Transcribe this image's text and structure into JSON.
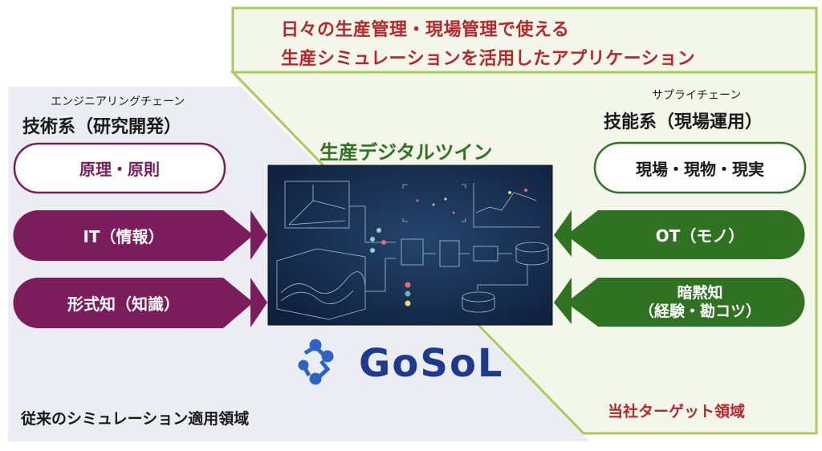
{
  "header": {
    "line1": "日々の生産管理・現場管理で使える",
    "line2": "生産シミュレーションを活用したアプリケーション"
  },
  "left": {
    "subtitle": "エンジニアリングチェーン",
    "title": "技術系（研究開発）",
    "principle": "原理・原則",
    "arrows": [
      "IT（情報）",
      "形式知（知識）"
    ],
    "area_label": "従来のシミュレーション適用領域"
  },
  "center": {
    "title": "生産デジタルツイン",
    "logo_text": "GoSoL"
  },
  "right": {
    "subtitle": "サプライチェーン",
    "title": "技能系（現場運用）",
    "principle": "現場・現物・現実",
    "arrows": [
      "OT（モノ）",
      "暗黙知",
      "（経験・勘コツ）"
    ],
    "area_label": "当社ターゲット領域"
  },
  "colors": {
    "maroon": "#7b1c5c",
    "green": "#2f7322",
    "red": "#b8262b",
    "logo_blue": "#1d3a8f"
  }
}
